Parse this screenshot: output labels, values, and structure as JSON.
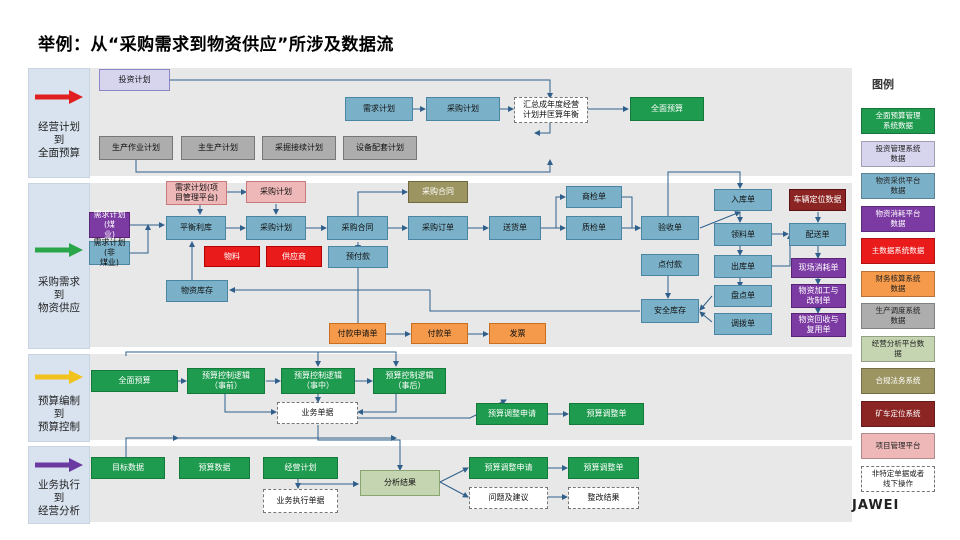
{
  "title": "举例：从“采购需求到物资供应”所涉及数据流",
  "sections": [
    {
      "label": "经营计划\n到\n全面预算",
      "arrow_color": "#e02020"
    },
    {
      "label": "采购需求\n到\n物资供应",
      "arrow_color": "#2aa64a"
    },
    {
      "label": "预算编制\n到\n预算控制",
      "arrow_color": "#f2c21c"
    },
    {
      "label": "业务执行\n到\n经营分析",
      "arrow_color": "#6b3aa0"
    }
  ],
  "boxes": {
    "touzi": "投资计划",
    "xuqiu": "需求计划",
    "caigou1": "采购计划",
    "huizong": "汇总成年度经营\n计划并匡算年衡",
    "quanmian1": "全面预算",
    "shengchan": "生产作业计划",
    "zhusheng": "主生产计划",
    "caijue": "采掘接续计划",
    "shebei": "设备配套计划",
    "xuqiu_proj": "需求计划(项\n目管理平台)",
    "caigou_pink": "采购计划",
    "caigou_he_top": "采购合同",
    "xuqiu_mei": "需求计划(煤\n业)",
    "xuqiu_feimei": "需求计划(非\n煤业)",
    "pingheng": "平衡利库",
    "caigou2": "采购计划",
    "caigou_he": "采购合同",
    "caigou_ding": "采购订单",
    "songhuo": "送货单",
    "shangjian": "商检单",
    "zhijian": "质检单",
    "yanshou": "验收单",
    "ruku": "入库单",
    "cheliang": "车辆定位数据",
    "wuliao": "物料",
    "gongying": "供应商",
    "yufu": "预付款",
    "lingliao": "领料单",
    "peisong": "配送单",
    "chuku": "出库单",
    "xianchang": "现场消耗单",
    "dianfu": "点付款",
    "wuzi_kucun": "物资库存",
    "pandian": "盘点单",
    "jiagong": "物资加工与\n改制单",
    "anquan": "安全库存",
    "diaobo": "调拨单",
    "huishou": "物资回收与\n复用单",
    "fukuan_sq": "付款申请单",
    "fukuan": "付款单",
    "fapiao": "发票",
    "quanmian2": "全面预算",
    "kz_before": "预算控制逻辑\n（事前）",
    "kz_middle": "预算控制逻辑\n（事中）",
    "kz_after": "预算控制逻辑\n（事后）",
    "yewu_danju": "业务单据",
    "tiaozheng_sq1": "预算调整申请",
    "tiaozheng1": "预算调整单",
    "mubiao": "目标数据",
    "yusuan_shuju": "预算数据",
    "jingying_jh": "经营计划",
    "fenxi": "分析结果",
    "tiaozheng_sq2": "预算调整申请",
    "tiaozheng2": "预算调整单",
    "yewu_zhixing": "业务执行单据",
    "wenti": "问题及建议",
    "zhenggai": "整改结果"
  },
  "legend": {
    "title": "图例",
    "items": [
      {
        "label": "全面预算管理\n系统数据",
        "color": "#1e9b4e"
      },
      {
        "label": "投资管理系统\n数据",
        "color": "#d7d4ee"
      },
      {
        "label": "物资采供平台\n数据",
        "color": "#7bb1c8"
      },
      {
        "label": "物资消耗平台\n数据",
        "color": "#7c3aa3"
      },
      {
        "label": "主数据系统数据",
        "color": "#ea1b1b"
      },
      {
        "label": "财务核算系统\n数据",
        "color": "#f59a4b"
      },
      {
        "label": "生产调度系统\n数据",
        "color": "#adadad"
      },
      {
        "label": "经营分析平台数\n据",
        "color": "#c6d5b1"
      },
      {
        "label": "合规法务系统",
        "color": "#9c9561"
      },
      {
        "label": "矿车定位系统",
        "color": "#8b2524"
      },
      {
        "label": "项目管理平台",
        "color": "#eeb8b8"
      },
      {
        "label": "非特定单据或者\n线下操作",
        "color": "#ffffff"
      }
    ]
  },
  "footer_logo": "JAWEI"
}
